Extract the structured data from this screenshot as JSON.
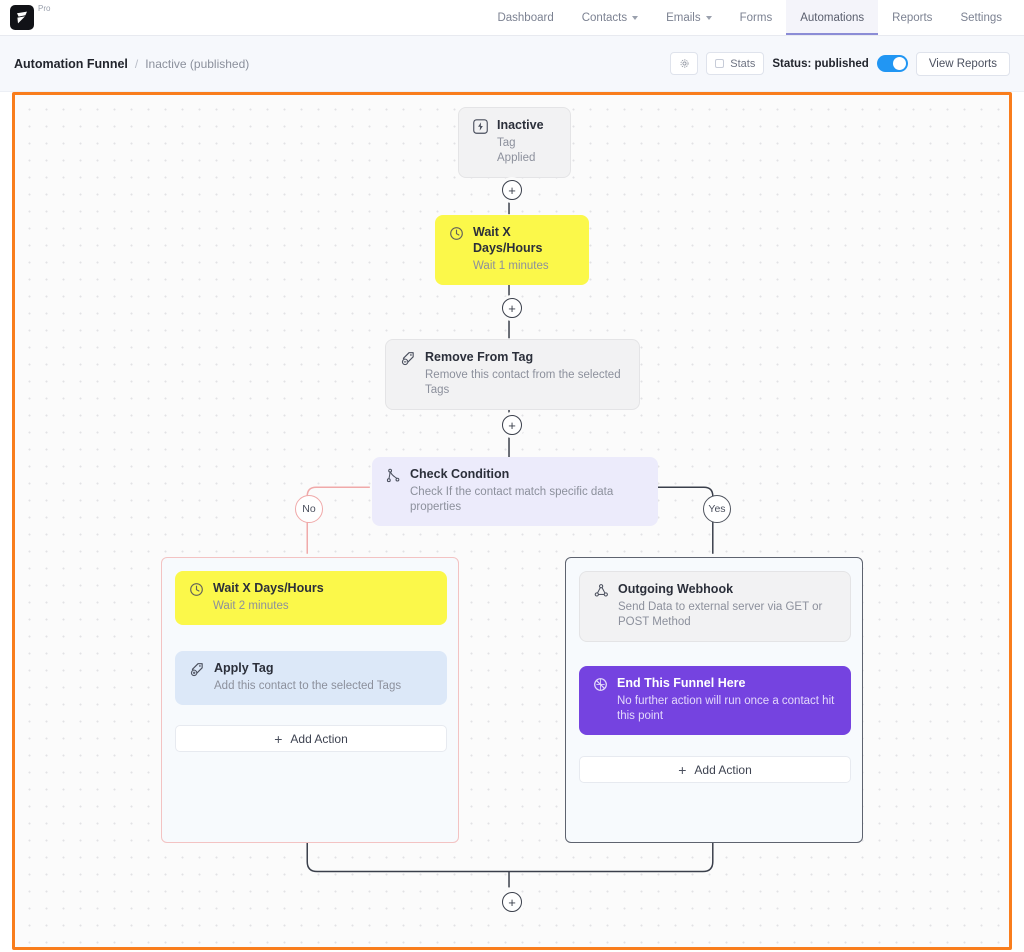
{
  "nav": {
    "brand_pro": "Pro",
    "items": [
      {
        "label": "Dashboard",
        "has_caret": false,
        "active": false
      },
      {
        "label": "Contacts",
        "has_caret": true,
        "active": false
      },
      {
        "label": "Emails",
        "has_caret": true,
        "active": false
      },
      {
        "label": "Forms",
        "has_caret": false,
        "active": false
      },
      {
        "label": "Automations",
        "has_caret": false,
        "active": true
      },
      {
        "label": "Reports",
        "has_caret": false,
        "active": false
      },
      {
        "label": "Settings",
        "has_caret": false,
        "active": false
      }
    ]
  },
  "subheader": {
    "crumb_main": "Automation Funnel",
    "crumb_sep": "/",
    "crumb_sub": "Inactive (published)",
    "settings_icon": "gear-icon",
    "stats_label": "Stats",
    "status_label": "Status: published",
    "toggle_on": true,
    "view_reports_label": "View Reports"
  },
  "canvas": {
    "border_color": "#f97d1c",
    "trigger": {
      "title": "Inactive",
      "subtitle": "Tag Applied",
      "icon": "bolt-icon"
    },
    "wait_1": {
      "title": "Wait X Days/Hours",
      "subtitle": "Wait 1 minutes",
      "icon": "clock-icon"
    },
    "remove_tag": {
      "title": "Remove From Tag",
      "subtitle": "Remove this contact from the selected Tags",
      "icon": "tag-minus-icon"
    },
    "condition": {
      "title": "Check Condition",
      "subtitle": "Check If the contact match specific data properties",
      "icon": "branch-icon"
    },
    "branch_no_label": "No",
    "branch_yes_label": "Yes",
    "left_branch": {
      "nodes": [
        {
          "title": "Wait X Days/Hours",
          "subtitle": "Wait 2 minutes",
          "icon": "clock-icon"
        },
        {
          "title": "Apply Tag",
          "subtitle": "Add this contact to the selected Tags",
          "icon": "tag-plus-icon"
        }
      ],
      "add_action_label": "Add Action"
    },
    "right_branch": {
      "nodes": [
        {
          "title": "Outgoing Webhook",
          "subtitle": "Send Data to external server via GET or POST Method",
          "icon": "webhook-icon"
        },
        {
          "title": "End This Funnel Here",
          "subtitle": "No further action will run once a contact hit this point",
          "icon": "ban-icon"
        }
      ],
      "add_action_label": "Add Action"
    },
    "plus_label": "+"
  }
}
